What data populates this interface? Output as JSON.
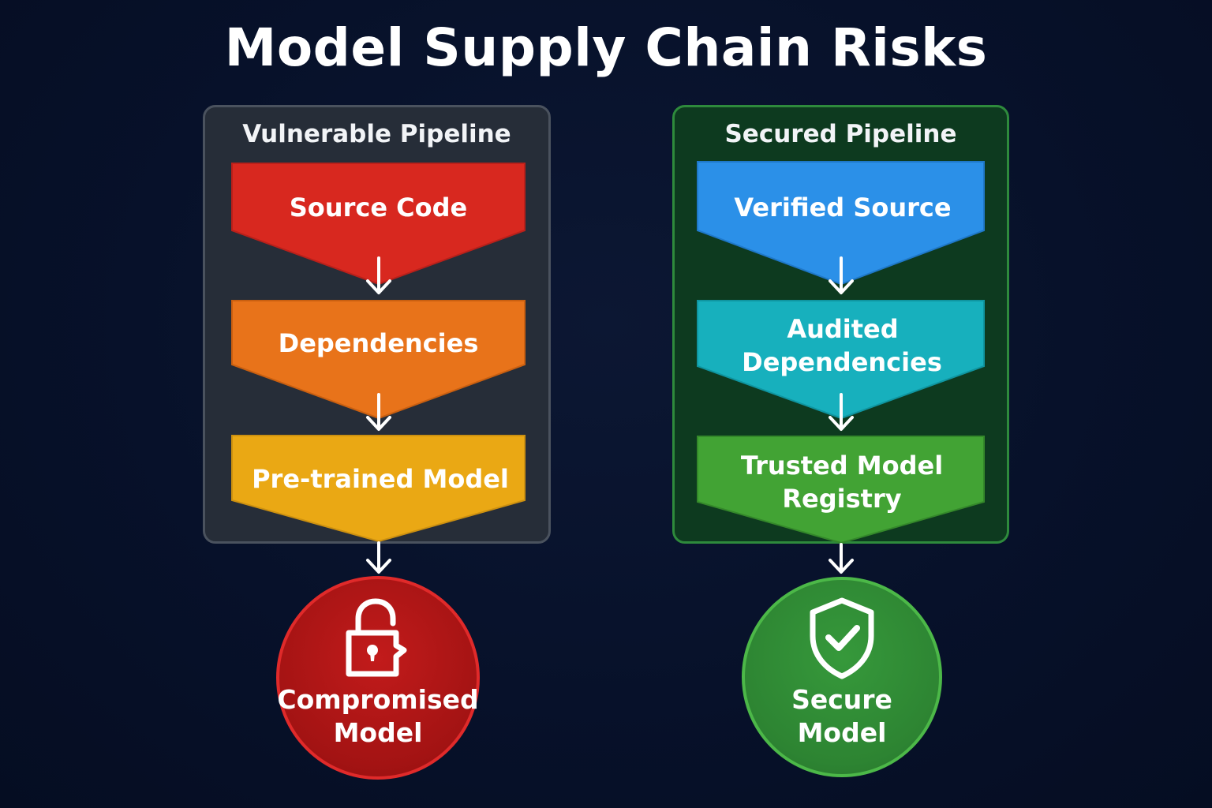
{
  "title": "Model Supply Chain Risks",
  "colors": {
    "background": "#07112a",
    "vulnerable_panel": "#262d38",
    "secured_panel": "#0d3a1f",
    "source_code": "#d8281f",
    "dependencies": "#e8731a",
    "pretrained": "#eaa814",
    "verified_source": "#2b90e8",
    "audited_dependencies": "#17b0bd",
    "trusted_registry": "#42a334",
    "compromised": "#b51515",
    "secure": "#2f8b35"
  },
  "vulnerable": {
    "heading": "Vulnerable Pipeline",
    "stages": [
      {
        "label": "Source Code"
      },
      {
        "label": "Dependencies"
      },
      {
        "label": "Pre-trained Model"
      }
    ],
    "result": {
      "label_line1": "Compromised",
      "label_line2": "Model",
      "icon": "unlocked-padlock-icon"
    }
  },
  "secured": {
    "heading": "Secured Pipeline",
    "stages": [
      {
        "label": "Verified Source"
      },
      {
        "label_line1": "Audited",
        "label_line2": "Dependencies"
      },
      {
        "label_line1": "Trusted Model",
        "label_line2": "Registry"
      }
    ],
    "result": {
      "label_line1": "Secure",
      "label_line2": "Model",
      "icon": "shield-check-icon"
    }
  }
}
